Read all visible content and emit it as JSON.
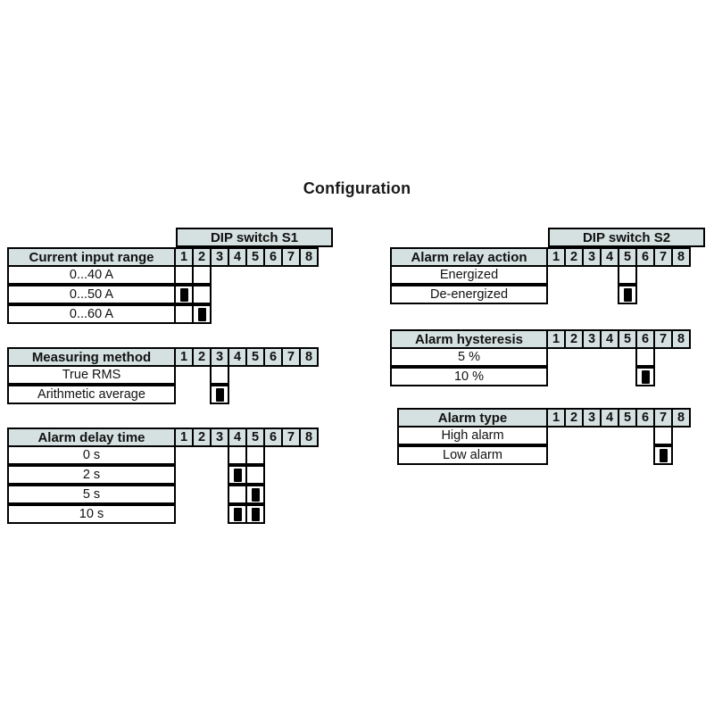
{
  "title": "Configuration",
  "switch_columns": [
    "1",
    "2",
    "3",
    "4",
    "5",
    "6",
    "7",
    "8"
  ],
  "colors": {
    "header_fill": "#d5e0e0",
    "border": "#000000",
    "nub": "#000000",
    "background": "#ffffff"
  },
  "tables": [
    {
      "id": "current-input-range",
      "band_label": "DIP switch S1",
      "has_band": true,
      "header": "Current input range",
      "active_columns": [
        1,
        2
      ],
      "rows": [
        {
          "label": "0...40 A",
          "on": []
        },
        {
          "label": "0...50 A",
          "on": [
            1
          ]
        },
        {
          "label": "0...60 A",
          "on": [
            2
          ]
        }
      ]
    },
    {
      "id": "measuring-method",
      "band_label": "",
      "has_band": false,
      "header": "Measuring method",
      "active_columns": [
        3
      ],
      "rows": [
        {
          "label": "True RMS",
          "on": []
        },
        {
          "label": "Arithmetic average",
          "on": [
            3
          ]
        }
      ]
    },
    {
      "id": "alarm-delay-time",
      "band_label": "",
      "has_band": false,
      "header": "Alarm delay time",
      "active_columns": [
        4,
        5
      ],
      "rows": [
        {
          "label": "0 s",
          "on": []
        },
        {
          "label": "2 s",
          "on": [
            4
          ]
        },
        {
          "label": "5 s",
          "on": [
            5
          ]
        },
        {
          "label": "10 s",
          "on": [
            4,
            5
          ]
        }
      ]
    },
    {
      "id": "alarm-relay-action",
      "band_label": "DIP switch S2",
      "has_band": true,
      "header": "Alarm relay action",
      "active_columns": [
        5
      ],
      "rows": [
        {
          "label": "Energized",
          "on": []
        },
        {
          "label": "De-energized",
          "on": [
            5
          ]
        }
      ]
    },
    {
      "id": "alarm-hysteresis",
      "band_label": "",
      "has_band": false,
      "header": "Alarm hysteresis",
      "active_columns": [
        6
      ],
      "rows": [
        {
          "label": "5 %",
          "on": []
        },
        {
          "label": "10 %",
          "on": [
            6
          ]
        }
      ]
    },
    {
      "id": "alarm-type",
      "band_label": "",
      "has_band": false,
      "header": "Alarm type",
      "active_columns": [
        7
      ],
      "rows": [
        {
          "label": "High alarm",
          "on": []
        },
        {
          "label": "Low alarm",
          "on": [
            7
          ]
        }
      ]
    }
  ]
}
